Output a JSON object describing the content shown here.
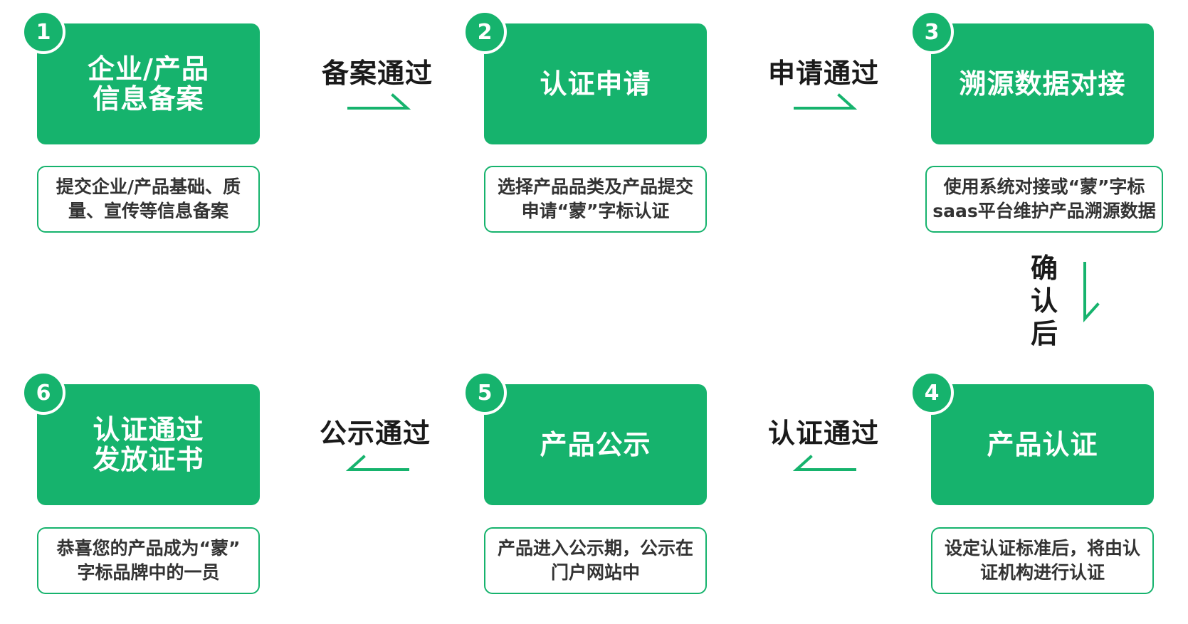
{
  "steps": [
    {
      "number": "1",
      "title_lines": [
        "企业/产品",
        "信息备案"
      ],
      "desc_lines": [
        "提交企业/产品基础、质",
        "量、宣传等信息备案"
      ]
    },
    {
      "number": "2",
      "title_lines": [
        "认证申请"
      ],
      "desc_lines": [
        "选择产品品类及产品提交",
        "申请“蒙”字标认证"
      ]
    },
    {
      "number": "3",
      "title_lines": [
        "溯源数据对接"
      ],
      "desc_lines": [
        "使用系统对接或“蒙”字标",
        "saas平台维护产品溯源数据"
      ]
    },
    {
      "number": "4",
      "title_lines": [
        "产品认证"
      ],
      "desc_lines": [
        "设定认证标准后，将由认",
        "证机构进行认证"
      ]
    },
    {
      "number": "5",
      "title_lines": [
        "产品公示"
      ],
      "desc_lines": [
        "产品进入公示期，公示在",
        "门户网站中"
      ]
    },
    {
      "number": "6",
      "title_lines": [
        "认证通过",
        "发放证书"
      ],
      "desc_lines": [
        "恭喜您的产品成为“蒙”",
        "字标品牌中的一员"
      ]
    }
  ],
  "transitions": {
    "t1_2": "备案通过",
    "t2_3": "申请通过",
    "t3_4": [
      "确",
      "认",
      "后"
    ],
    "t4_5": "认证通过",
    "t5_6": "公示通过"
  },
  "colors": {
    "green": "#16b36d",
    "text_dark": "#1a1a1a",
    "desc_text": "#333333"
  }
}
